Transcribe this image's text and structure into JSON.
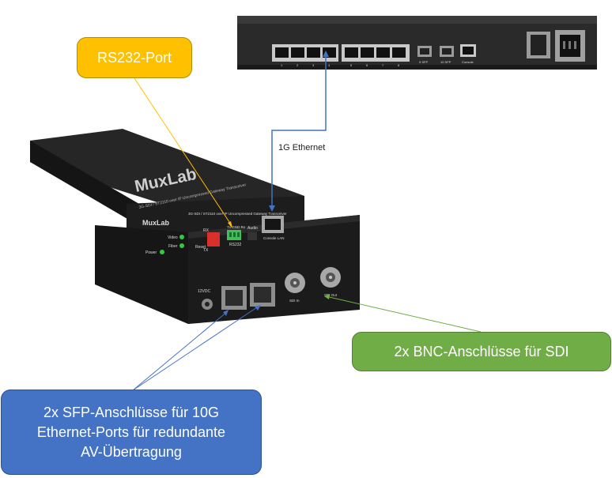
{
  "callouts": {
    "rs232": "RS232-Port",
    "bnc": "2x BNC-Anschlüsse für SDI",
    "sfp_line1": "2x SFP-Anschlüsse für 10G",
    "sfp_line2": "Ethernet-Ports für redundante",
    "sfp_line3": "AV-Übertragung"
  },
  "connection_label": "1G Ethernet",
  "device_labels": {
    "brand": "MuxLab",
    "top_face_text": "3G-SDI / ST2110 over IP Uncompressed Gateway Transceiver",
    "front_face_text": "3G-SDI / ST2110 over IP Uncompressed Gateway Transceiver",
    "video": "Video",
    "fiber": "Fiber",
    "power": "Power",
    "reset": "Reset",
    "rx": "RX",
    "tx": "TX",
    "rs232_pins": "Tx GND Rx",
    "rs232": "RS232",
    "audio": "Audio",
    "console_lan": "Console LAN",
    "dc": "12VDC",
    "sdi_in": "SDI In",
    "sdi_out": "SDI Out"
  },
  "switch_labels": {
    "ports": [
      "1",
      "2",
      "3",
      "4",
      "5",
      "6",
      "7",
      "8"
    ],
    "sfp1": "9 SFP",
    "sfp2": "10 SFP",
    "console": "Console"
  },
  "colors": {
    "rs232_callout": "#ffc000",
    "bnc_callout": "#70ad47",
    "sfp_callout": "#4472c4",
    "ethernet_line": "#4472c4",
    "device_body": "#1c1c1c"
  }
}
